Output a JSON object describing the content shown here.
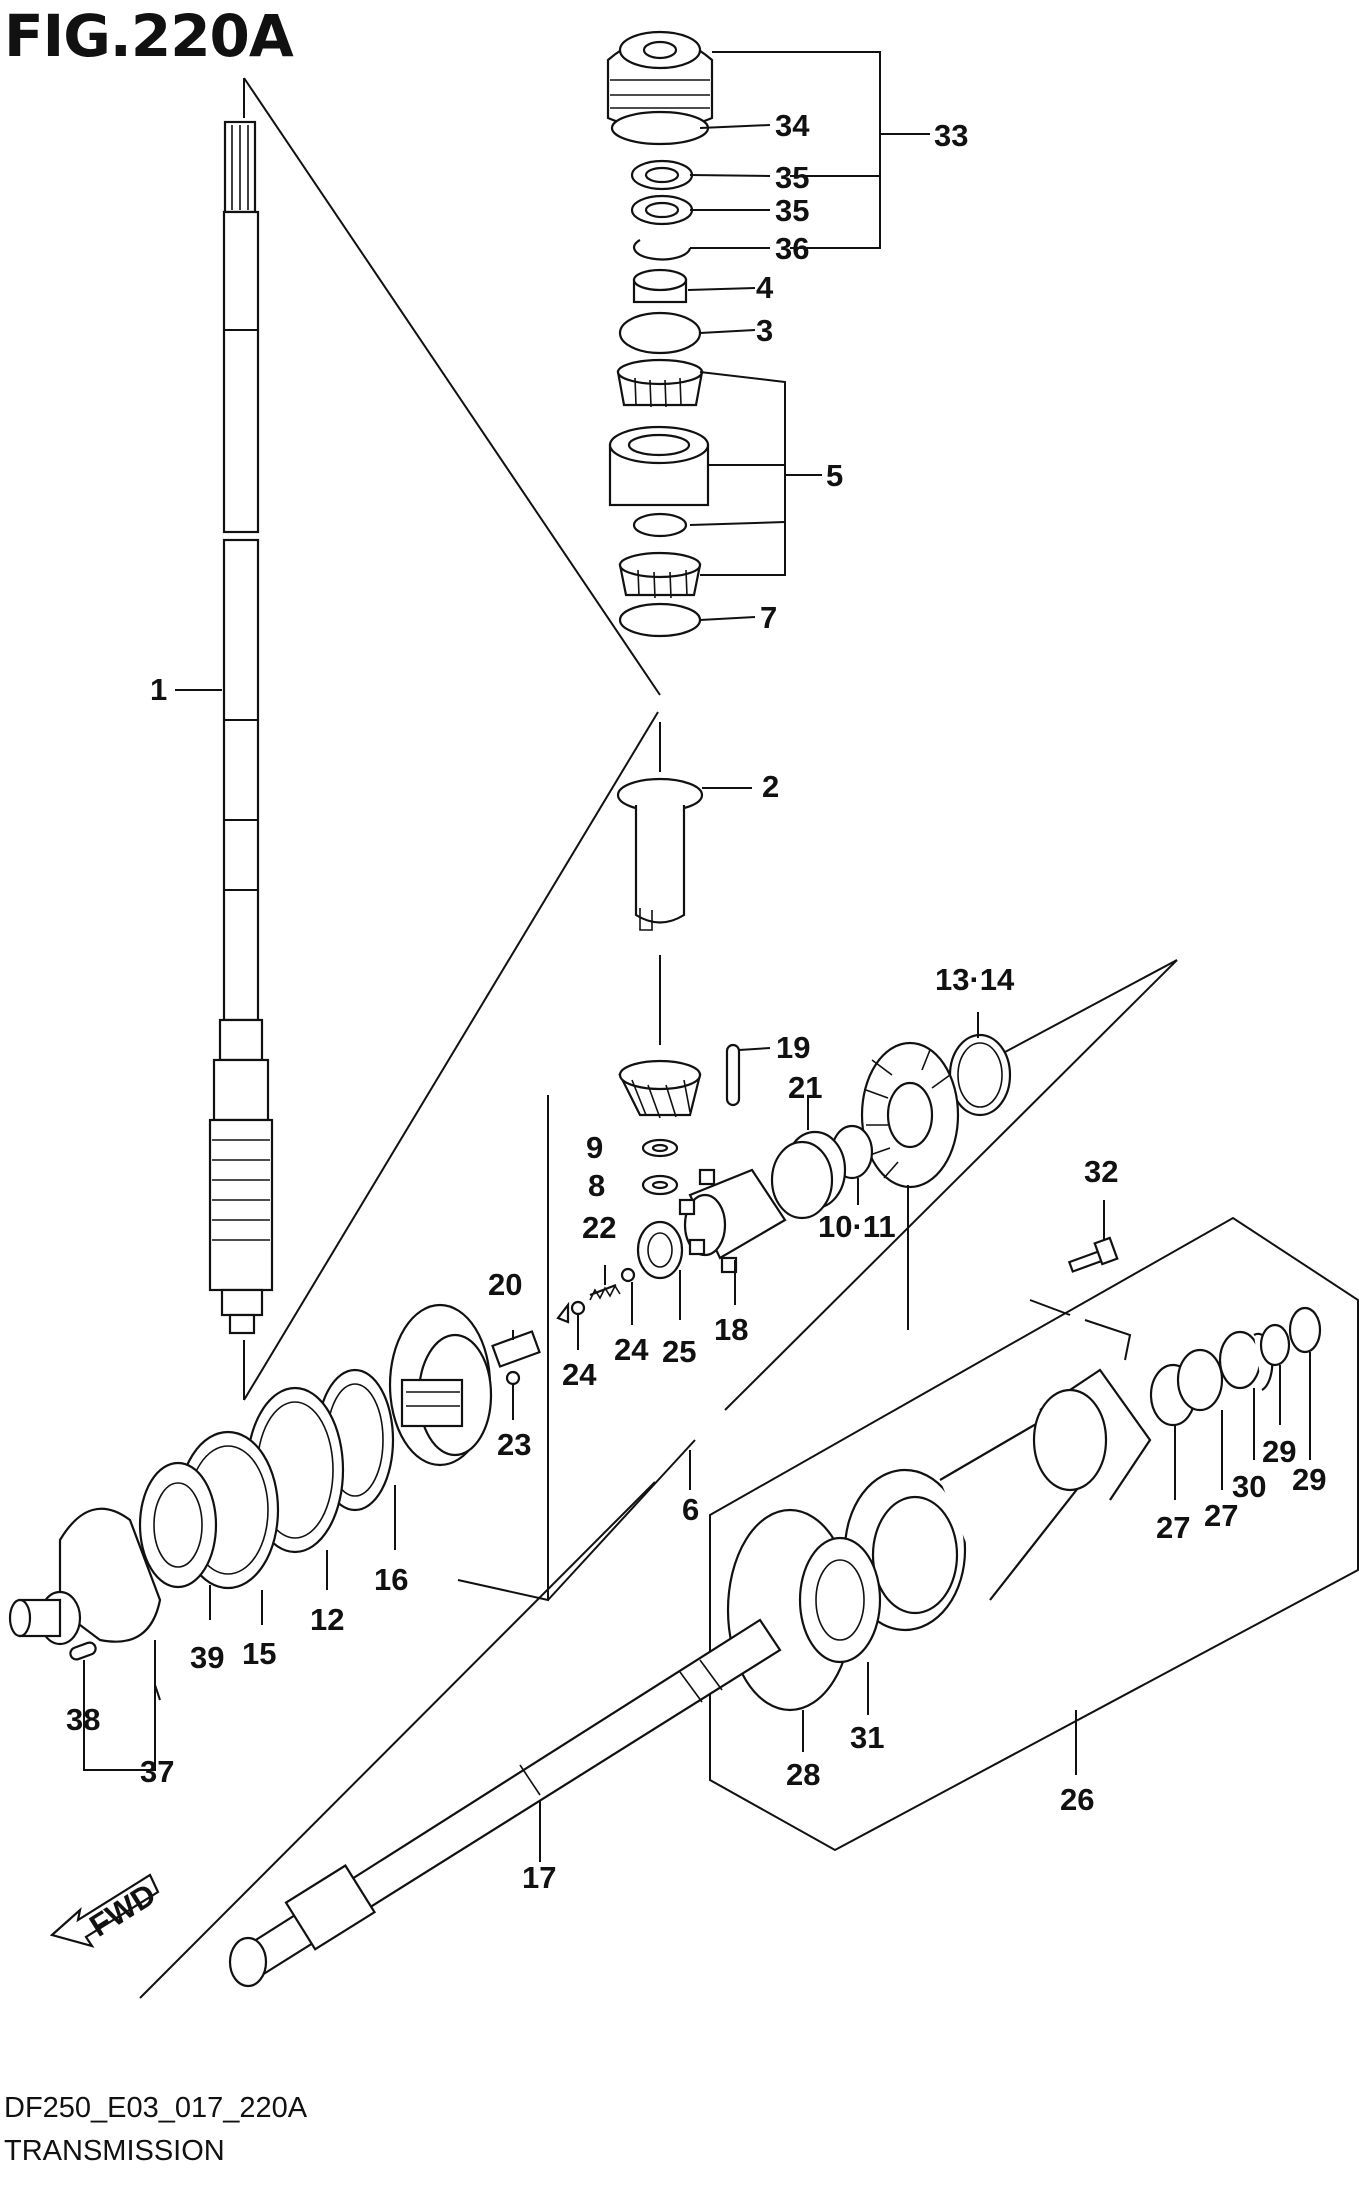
{
  "figure": {
    "title": "FIG.220A",
    "drawing_code": "DF250_E03_017_220A",
    "name": "TRANSMISSION"
  },
  "direction_marker": "FWD",
  "callouts": [
    {
      "id": "c1",
      "text": "1"
    },
    {
      "id": "c2",
      "text": "2"
    },
    {
      "id": "c3",
      "text": "3"
    },
    {
      "id": "c4",
      "text": "4"
    },
    {
      "id": "c5",
      "text": "5"
    },
    {
      "id": "c6",
      "text": "6"
    },
    {
      "id": "c7",
      "text": "7"
    },
    {
      "id": "c8",
      "text": "8"
    },
    {
      "id": "c9",
      "text": "9"
    },
    {
      "id": "c10",
      "text": "10·11"
    },
    {
      "id": "c12",
      "text": "12"
    },
    {
      "id": "c13",
      "text": "13·14"
    },
    {
      "id": "c15",
      "text": "15"
    },
    {
      "id": "c16",
      "text": "16"
    },
    {
      "id": "c17",
      "text": "17"
    },
    {
      "id": "c18",
      "text": "18"
    },
    {
      "id": "c19",
      "text": "19"
    },
    {
      "id": "c20",
      "text": "20"
    },
    {
      "id": "c21",
      "text": "21"
    },
    {
      "id": "c22",
      "text": "22"
    },
    {
      "id": "c23",
      "text": "23"
    },
    {
      "id": "c24a",
      "text": "24"
    },
    {
      "id": "c24b",
      "text": "24"
    },
    {
      "id": "c25",
      "text": "25"
    },
    {
      "id": "c26",
      "text": "26"
    },
    {
      "id": "c27a",
      "text": "27"
    },
    {
      "id": "c27b",
      "text": "27"
    },
    {
      "id": "c28",
      "text": "28"
    },
    {
      "id": "c29a",
      "text": "29"
    },
    {
      "id": "c29b",
      "text": "29"
    },
    {
      "id": "c30",
      "text": "30"
    },
    {
      "id": "c31",
      "text": "31"
    },
    {
      "id": "c32",
      "text": "32"
    },
    {
      "id": "c33",
      "text": "33"
    },
    {
      "id": "c34",
      "text": "34"
    },
    {
      "id": "c35a",
      "text": "35"
    },
    {
      "id": "c35b",
      "text": "35"
    },
    {
      "id": "c36",
      "text": "36"
    },
    {
      "id": "c37",
      "text": "37"
    },
    {
      "id": "c38",
      "text": "38"
    },
    {
      "id": "c39",
      "text": "39"
    }
  ]
}
